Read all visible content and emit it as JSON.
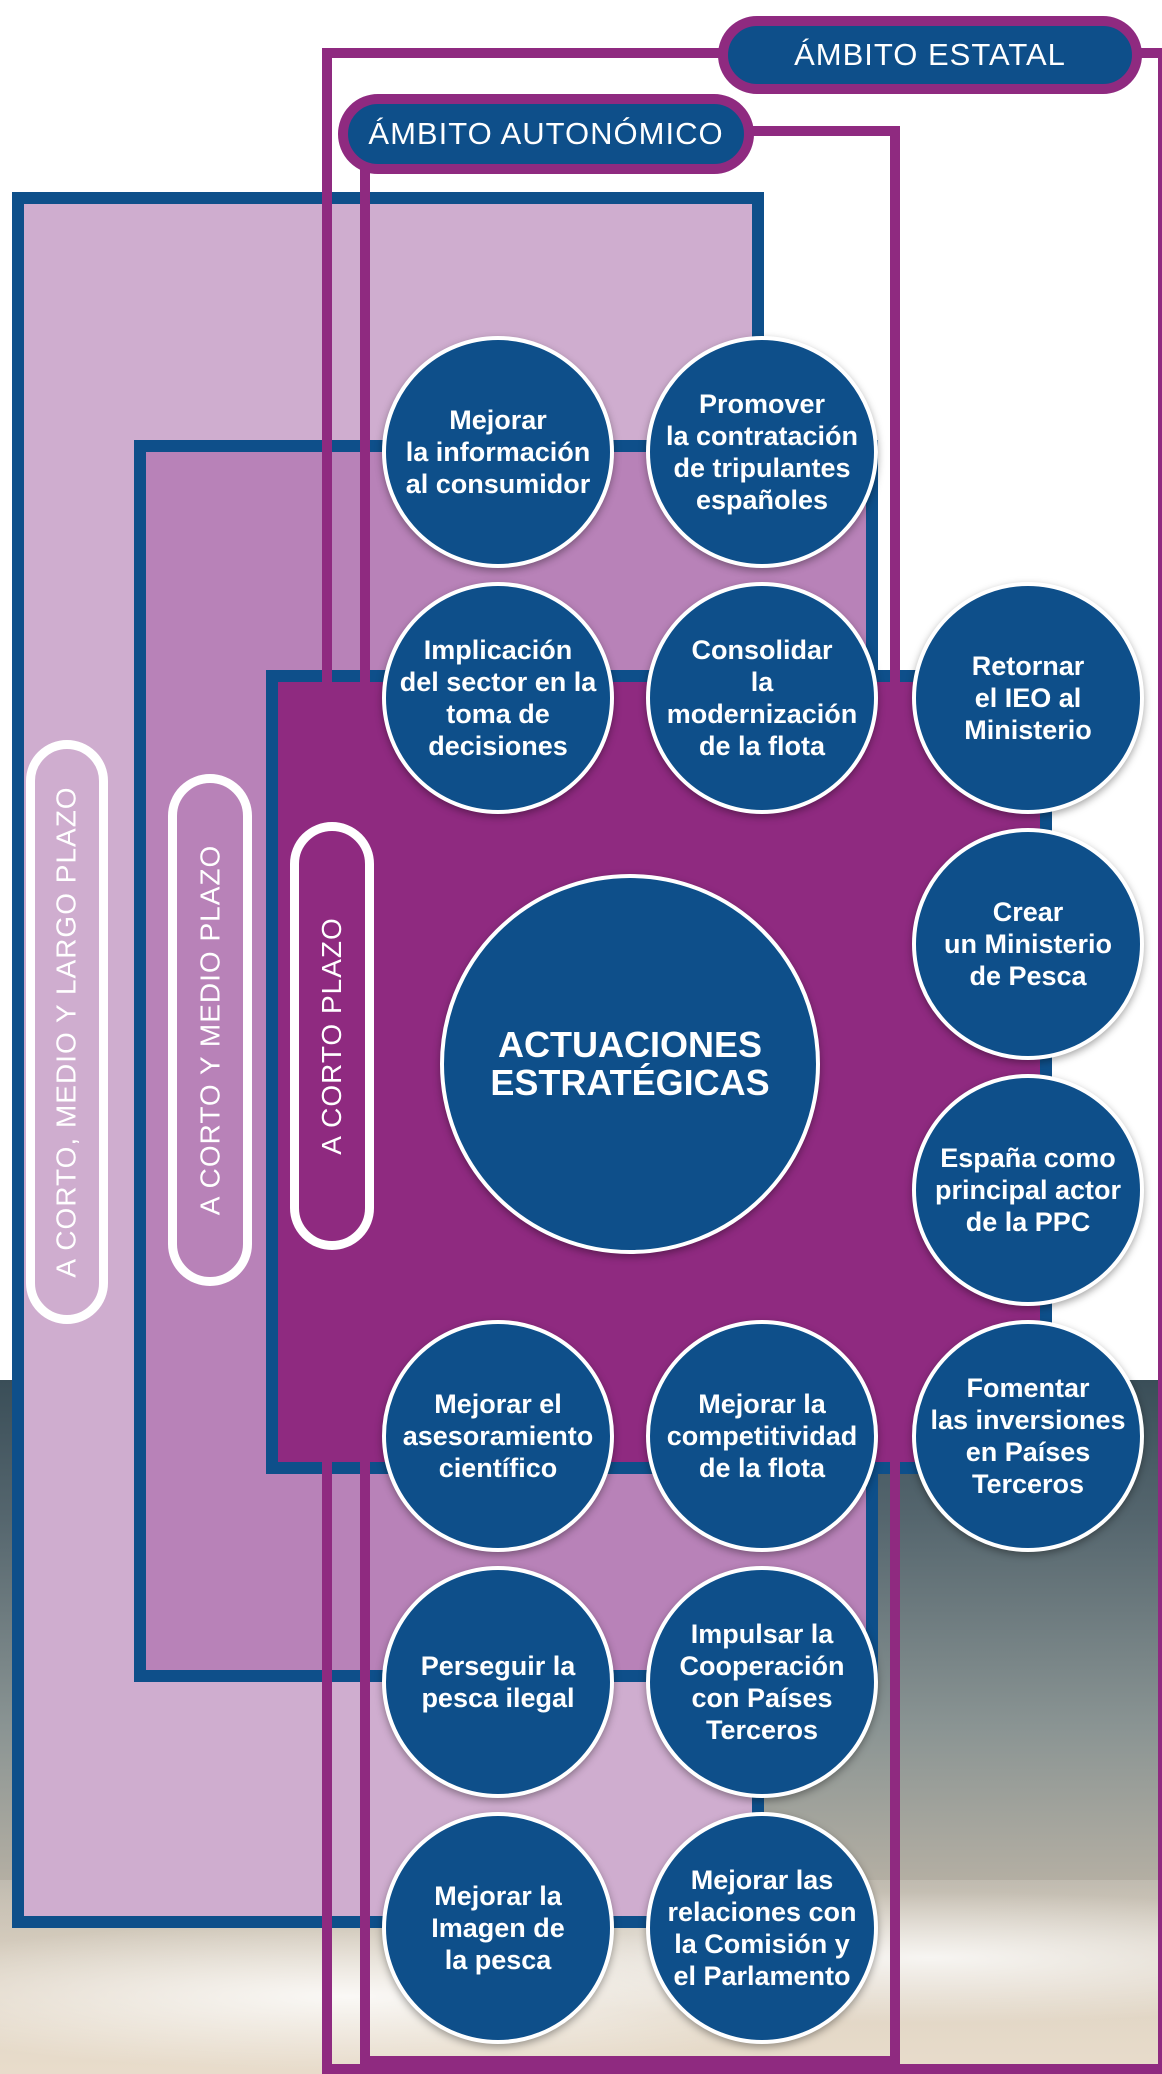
{
  "scopes": {
    "estatal": "ÁMBITO ESTATAL",
    "autonomico": "ÁMBITO AUTONÓMICO"
  },
  "timeframes": {
    "largo": "A CORTO, MEDIO Y LARGO PLAZO",
    "medio": "A CORTO Y MEDIO PLAZO",
    "corto": "A CORTO PLAZO"
  },
  "center": "ACTUACIONES\nESTRATÉGICAS",
  "actions": [
    "Mejorar\nla información\nal consumidor",
    "Promover\nla contratación\nde tripulantes\nespañoles",
    "Implicación\ndel sector en la\ntoma de\ndecisiones",
    "Consolidar\nla modernización\nde la flota",
    "Retornar\nel IEO al\nMinisterio",
    "Crear\nun Ministerio\nde Pesca",
    "España como\nprincipal actor\nde la PPC",
    "Mejorar el\nasesoramiento\ncientífico",
    "Mejorar la\ncompetitividad\nde la flota",
    "Fomentar\nlas inversiones\nen Países\nTerceros",
    "Perseguir la\npesca ilegal",
    "Impulsar la\nCooperación\ncon Países\nTerceros",
    "Mejorar la\nImagen de\nla pesca",
    "Mejorar las\nrelaciones con\nla Comisión y\nel Parlamento"
  ],
  "colors": {
    "blue": "#0e4f8a",
    "purple": "#8f2a80",
    "lilac_light": "#cfadcf",
    "lilac_mid": "#b882b8"
  }
}
